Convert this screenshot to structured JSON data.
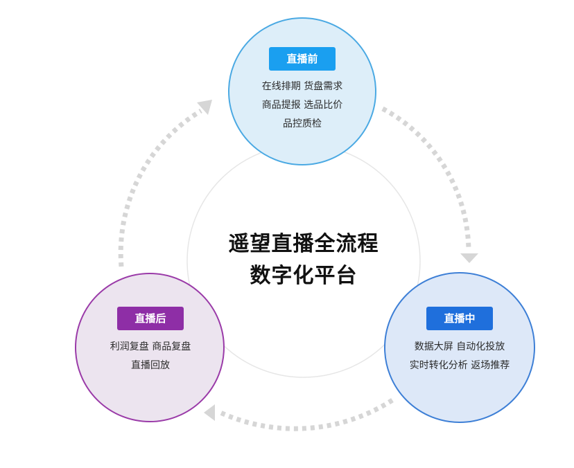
{
  "platform": {
    "title_line1": "遥望直播全流程",
    "title_line2": "数字化平台"
  },
  "stages": {
    "before": {
      "label": "直播前",
      "lines": [
        "在线排期   货盘需求",
        "商品提报   选品比价",
        "品控质检"
      ]
    },
    "during": {
      "label": "直播中",
      "lines": [
        "数据大屏 自动化投放",
        "实时转化分析 返场推荐"
      ]
    },
    "after": {
      "label": "直播后",
      "lines": [
        "利润复盘   商品复盘",
        "直播回放"
      ]
    }
  },
  "colors": {
    "before_fill": "#ddeef9",
    "before_stroke": "#4aa9e3",
    "before_badge": "#1a9ff0",
    "during_fill": "#dde8f8",
    "during_stroke": "#3d7fd6",
    "during_badge": "#1f6fdc",
    "after_fill": "#ece4ef",
    "after_stroke": "#9a3aa8",
    "after_badge": "#8e2ea6",
    "arrow": "#d6d6d6",
    "center_ring": "#e6e6e6"
  }
}
